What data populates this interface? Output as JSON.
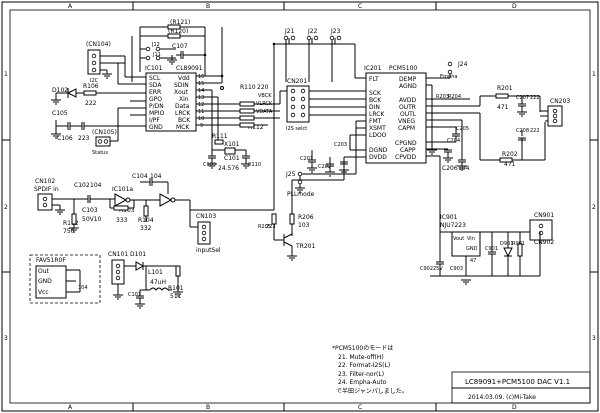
{
  "border": {
    "cols_top": [
      "A",
      "B",
      "C",
      "D"
    ],
    "cols_bottom": [
      "A",
      "B",
      "C",
      "D"
    ],
    "rows": [
      "1",
      "2",
      "3"
    ]
  },
  "title_block": {
    "title": "LC89091+PCM5100 DAC V1.1",
    "date_author": "2014.03.09. (c)Mi-Take"
  },
  "notes": {
    "lines": [
      "*PCM5100のモードは",
      "21.   Mute-off(H)",
      "22.   Format-I2S(L)",
      "23.   Filter-nor(L)",
      "24.   Empha-Auto",
      "で半田ジャンパしました。"
    ]
  },
  "ic101": {
    "ref": "IC101",
    "part": "CL89091",
    "left_pins": [
      "SCL",
      "SDA",
      "ERR",
      "GPO",
      "P/DN",
      "MPIO",
      "I/PF",
      "GND"
    ],
    "right_pins": [
      "Vdd",
      "SDIN",
      "Xout",
      "Xin",
      "Data",
      "LRCK",
      "BCK",
      "MCK"
    ],
    "right_nums": [
      "16",
      "15",
      "14",
      "13",
      "12",
      "11",
      "10",
      "9"
    ]
  },
  "ic201": {
    "ref": "IC201",
    "part": "PCM5100",
    "left_pins": [
      "FLT",
      "",
      "SCK",
      "BCK",
      "DIN",
      "LRCK",
      "FMT",
      "XSMT",
      "LDOO",
      "",
      "DGND",
      "DVDD"
    ],
    "right_pins": [
      "DEMP",
      "AGND",
      "",
      "AVDD",
      "OUTR",
      "OUTL",
      "VNEG",
      "CAPM",
      "",
      "CPGND",
      "CAPP",
      "CPVDD"
    ]
  },
  "ic901": {
    "ref": "IC901",
    "part": "NJU7223",
    "pins": [
      "Vout",
      "Vin",
      "GND"
    ]
  },
  "connectors": {
    "cn104": "(CN104)",
    "i2c": "I2C",
    "cn105": "(CN105)",
    "status": "Status",
    "cn102": "CN102",
    "spdif": "SPDIF in",
    "cn103": "CN103",
    "inputsel": "inputSel",
    "cn201": "CN201",
    "i2s_select": "I2S selct",
    "cn203": "CN203",
    "cn901": "CN901",
    "cn902": "CN902",
    "j11": "J11",
    "j12": "J12",
    "j21": "J21",
    "j22": "J22",
    "j23": "J23",
    "j24": "J24",
    "empha": "Empha",
    "j25": "J25",
    "pllmode": "PLLmode"
  },
  "fav": {
    "ref": "FAV51R0F",
    "pins": [
      "Out",
      "GND",
      "Vcc"
    ],
    "cap": "104"
  },
  "labels": {
    "r121": "(R121)",
    "r120": "(R120)",
    "c107": "C107",
    "d102": "D102",
    "r106": "R106",
    "r106v": "222",
    "c105": "C105",
    "c106": "C106",
    "c106v": "223",
    "c102": "C102",
    "c102v": "104",
    "c103": "C103",
    "c103v": "50V10",
    "r102": "R102",
    "r102v": "750",
    "ic101a": "IC101a",
    "r103": "R103",
    "r103v": "333",
    "c104": "C104",
    "c104v": "104",
    "r104": "R104",
    "r104v": "332",
    "r110": "R110",
    "r110v": "220",
    "vbck": "VBCK",
    "vlrck": "VLRCK",
    "vdata": "VDATA",
    "r112": "R112",
    "r111": "R111",
    "x101": "X101",
    "x101v": "24.576",
    "c101": "C101",
    "c109": "C109",
    "c110": "C110",
    "c201": "C201",
    "c202": "C202",
    "c203": "C203",
    "c204": "C204",
    "c205": "C205",
    "c206": "C206",
    "c206v": "104",
    "c207": "C207",
    "c207v": "222",
    "c208": "C208",
    "c208v": "222",
    "r201": "R201",
    "r201v": "471",
    "r202": "R202",
    "r202v": "471",
    "r203": "R203",
    "r204": "R204",
    "r205": "R205",
    "r205v": "223",
    "r206": "R206",
    "r206v": "103",
    "tr201": "TR201",
    "cn101": "CN101",
    "d101": "D101",
    "l101": "L101",
    "l101v": "47uH",
    "c101b": "C101",
    "r101": "R101",
    "r101v": "511",
    "c901": "C901",
    "c902": "C902",
    "c903": "C903",
    "d901": "D901",
    "r901": "R901",
    "v25": "25V",
    "v47": "47"
  }
}
